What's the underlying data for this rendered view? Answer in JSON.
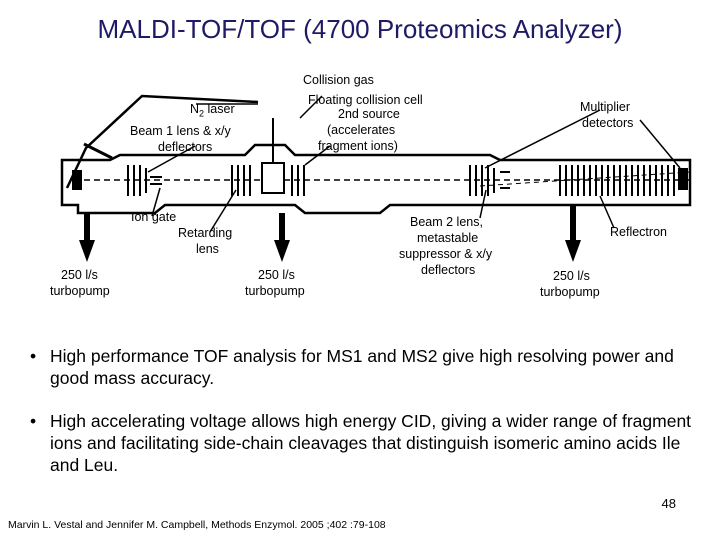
{
  "title": "MALDI-TOF/TOF (4700 Proteomics Analyzer)",
  "labels": {
    "collision_gas": "Collision gas",
    "floating_cell": "Floating collision cell",
    "second_source": "2nd source",
    "accelerates": "(accelerates",
    "fragment_ions": "fragment ions)",
    "n2_laser_base": "N",
    "n2_laser_sub": "2",
    "n2_laser_rest": " laser",
    "beam1_line1": "Beam 1 lens & x/y",
    "beam1_line2": "deflectors",
    "multiplier_line1": "Multiplier",
    "multiplier_line2": "detectors",
    "ion_gate": "Ion gate",
    "retarding_line1": "Retarding",
    "retarding_line2": "lens",
    "beam2_line1": "Beam 2 lens,",
    "beam2_line2": "metastable",
    "beam2_line3": "suppressor & x/y",
    "beam2_line4": "deflectors",
    "reflectron": "Reflectron",
    "pump1_line1": "250 l/s",
    "pump1_line2": "turbopump",
    "pump2_line1": "250 l/s",
    "pump2_line2": "turbopump",
    "pump3_line1": "250 l/s",
    "pump3_line2": "turbopump"
  },
  "bullets": [
    {
      "symbol": "•",
      "text": "High performance TOF analysis for MS1 and MS2 give high resolving power and good mass accuracy."
    },
    {
      "symbol": "•",
      "text": "High accelerating voltage allows high energy CID, giving a wider range of fragment ions and facilitating side-chain cleavages that distinguish isomeric amino acids Ile and Leu."
    }
  ],
  "page_number": "48",
  "citation": "Marvin L. Vestal and Jennifer M. Campbell, Methods Enzymol. 2005 ;402 :79-108"
}
